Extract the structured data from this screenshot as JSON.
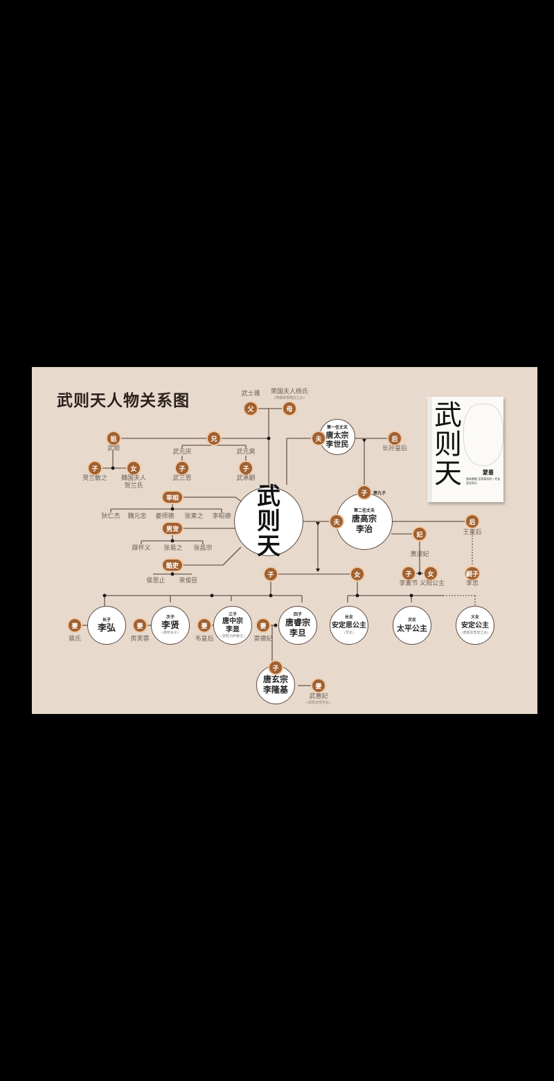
{
  "diagram": {
    "title": "武则天人物关系图",
    "center": {
      "name": "武则天"
    },
    "parents": {
      "father": {
        "badge": "父",
        "name": "武士彟"
      },
      "mother": {
        "badge": "母",
        "name": "荣国夫人杨氏",
        "note": "(隋朝宰相杨达之女)"
      }
    },
    "siblings": {
      "sister": {
        "badge": "姐",
        "name": "武顺",
        "children": [
          {
            "badge": "子",
            "name": "贺兰敏之"
          },
          {
            "badge": "女",
            "name": "魏国夫人贺兰氏"
          }
        ]
      },
      "brothers_badge": "兄",
      "brothers": [
        {
          "name": "武元庆",
          "child_badge": "子",
          "child": "武三思"
        },
        {
          "name": "武元爽",
          "child_badge": "子",
          "child": "武承嗣"
        }
      ]
    },
    "groups": [
      {
        "badge": "宰相",
        "members": [
          "狄仁杰",
          "魏元忠",
          "娄师德",
          "张柬之",
          "李昭德"
        ]
      },
      {
        "badge": "男宠",
        "members": [
          "薛怀义",
          "张易之",
          "张昌宗"
        ]
      },
      {
        "badge": "酷吏",
        "members": [
          "侯思止",
          "来俊臣"
        ]
      }
    ],
    "husband1": {
      "badge": "夫",
      "role": "第一任丈夫",
      "name": "唐太宗李世民",
      "wife": {
        "badge": "后",
        "name": "长孙皇后"
      }
    },
    "husband2": {
      "badge": "夫",
      "role": "第二任丈夫",
      "name": "唐高宗李治",
      "son_badge": "子",
      "son_note": "第九子",
      "consorts": [
        {
          "badge": "后",
          "name": "王皇后",
          "adopted_badge": "嗣子",
          "adopted": "李忠"
        },
        {
          "badge": "妃",
          "name": "萧淑妃",
          "children": [
            {
              "badge": "子",
              "name": "李素节"
            },
            {
              "badge": "女",
              "name": "义阳公主"
            }
          ]
        }
      ]
    },
    "sons_badge": "子",
    "daughters_badge": "女",
    "sons": [
      {
        "role": "长子",
        "name": "李弘",
        "note": "",
        "spouse_badge": "妻",
        "spouse": "裴氏"
      },
      {
        "role": "次子",
        "name": "李贤",
        "note": "(章怀太子)",
        "spouse_badge": "妻",
        "spouse": "房芙蓉"
      },
      {
        "role": "三子",
        "name": "唐中宗李显",
        "note": "(曾贬为庐陵王)",
        "spouse_badge": "妻",
        "spouse": "韦皇后"
      },
      {
        "role": "四子",
        "name": "唐睿宗李旦",
        "note": "",
        "spouse_badge": "妻",
        "spouse": "窦德妃"
      }
    ],
    "daughters": [
      {
        "role": "长女",
        "name": "安定思公主",
        "note": "(早夭)"
      },
      {
        "role": "次女",
        "name": "太平公主",
        "note": ""
      },
      {
        "role": "义女",
        "name": "安定公主",
        "note": "(唐高宗李忠之女)"
      }
    ],
    "grandson": {
      "badge": "子",
      "name": "唐玄宗李隆基",
      "spouse_badge": "妻",
      "spouse": "武惠妃",
      "spouse_note": "(武则天侄孙女)"
    }
  },
  "book": {
    "title": "武则天",
    "author": "蒙曼",
    "blurb": "独具慧眼 还原真实的一代女皇武则天"
  },
  "colors": {
    "background": "#000000",
    "panel": "#e7d9cc",
    "badge": "#a1602f",
    "line": "#5b4a40"
  }
}
